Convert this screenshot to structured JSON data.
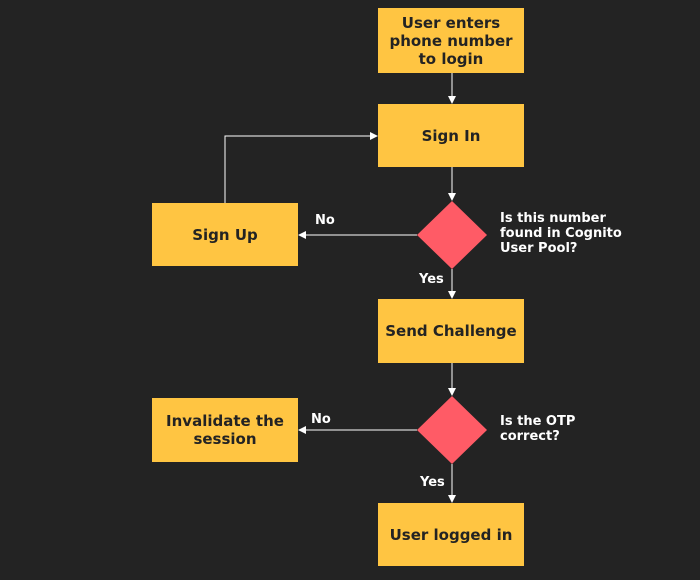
{
  "colors": {
    "background": "#232323",
    "process_fill": "#FFC542",
    "decision_fill": "#FF5B66",
    "line": "#FFFFFF",
    "text_dark": "#232323",
    "text_light": "#FFFFFF"
  },
  "nodes": {
    "start": "User enters\nphone number\nto login",
    "sign_in": "Sign In",
    "sign_up": "Sign Up",
    "send_challenge": "Send Challenge",
    "invalidate_session": "Invalidate the\nsession",
    "logged_in": "User logged in"
  },
  "decisions": {
    "number_found": "Is this number\nfound in Cognito\nUser Pool?",
    "otp_correct": "Is the OTP\ncorrect?"
  },
  "edge_labels": {
    "number_found_no": "No",
    "number_found_yes": "Yes",
    "otp_no": "No",
    "otp_yes": "Yes"
  }
}
